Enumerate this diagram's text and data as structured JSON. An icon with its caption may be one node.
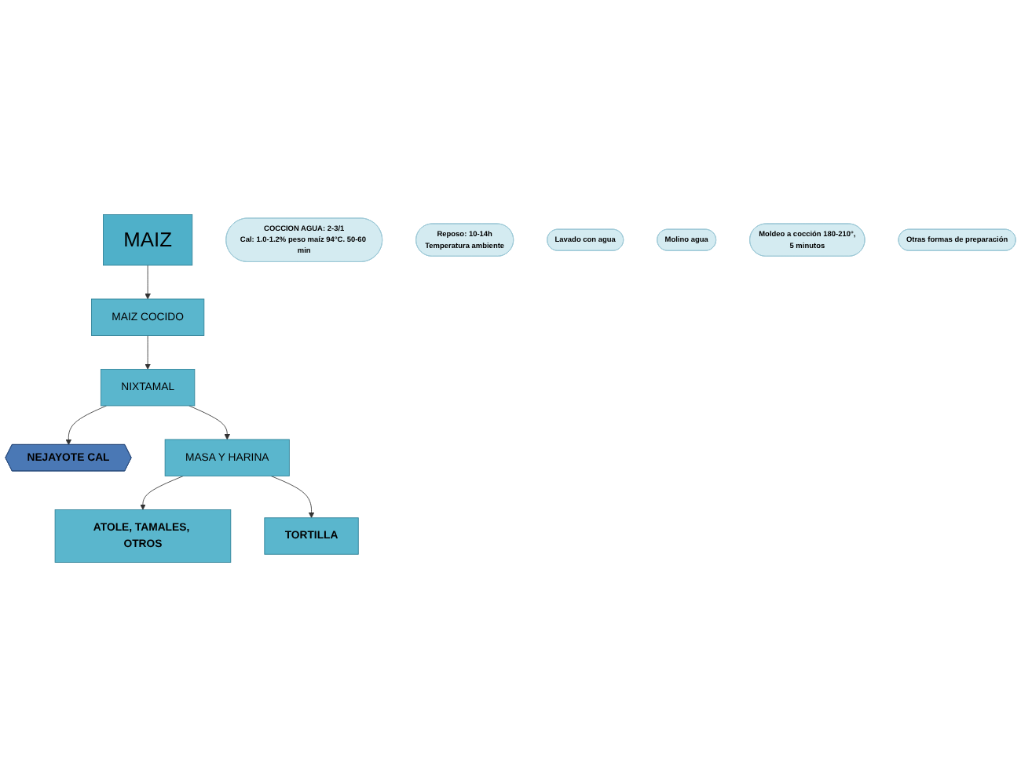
{
  "diagram": {
    "nodes": [
      {
        "text": [
          "MAIZ"
        ]
      },
      {
        "text": [
          "MAIZ COCIDO"
        ]
      },
      {
        "text": [
          "NIXTAMAL"
        ]
      },
      {
        "text": [
          "NEJAYOTE CAL"
        ]
      },
      {
        "text": [
          "MASA Y HARINA"
        ]
      },
      {
        "text": [
          "ATOLE, TAMALES, OTROS"
        ]
      },
      {
        "text": [
          "TORTILLA"
        ]
      },
      {
        "text": [
          "COCCION AGUA: 2-3/1",
          "Cal: 1.0-1.2% peso maíz 94°C. 50-60 min"
        ]
      },
      {
        "text": [
          "Reposo: 10-14h",
          "Temperatura ambiente"
        ]
      },
      {
        "text": [
          "Lavado con agua"
        ]
      },
      {
        "text": [
          "Molino agua"
        ]
      },
      {
        "text": [
          "Moldeo a cocción 180-210°,",
          "5 minutos"
        ]
      },
      {
        "text": [
          "Otras formas de preparación"
        ]
      }
    ],
    "edges": [
      {
        "from": 0,
        "to": 1,
        "arrow": "to"
      },
      {
        "from": 1,
        "to": 2,
        "arrow": "to"
      },
      {
        "from": 2,
        "to": 3,
        "arrow": "to"
      },
      {
        "from": 2,
        "to": 4,
        "arrow": "to"
      },
      {
        "from": 4,
        "to": 5,
        "arrow": "to"
      },
      {
        "from": 4,
        "to": 6,
        "arrow": "to"
      }
    ]
  }
}
